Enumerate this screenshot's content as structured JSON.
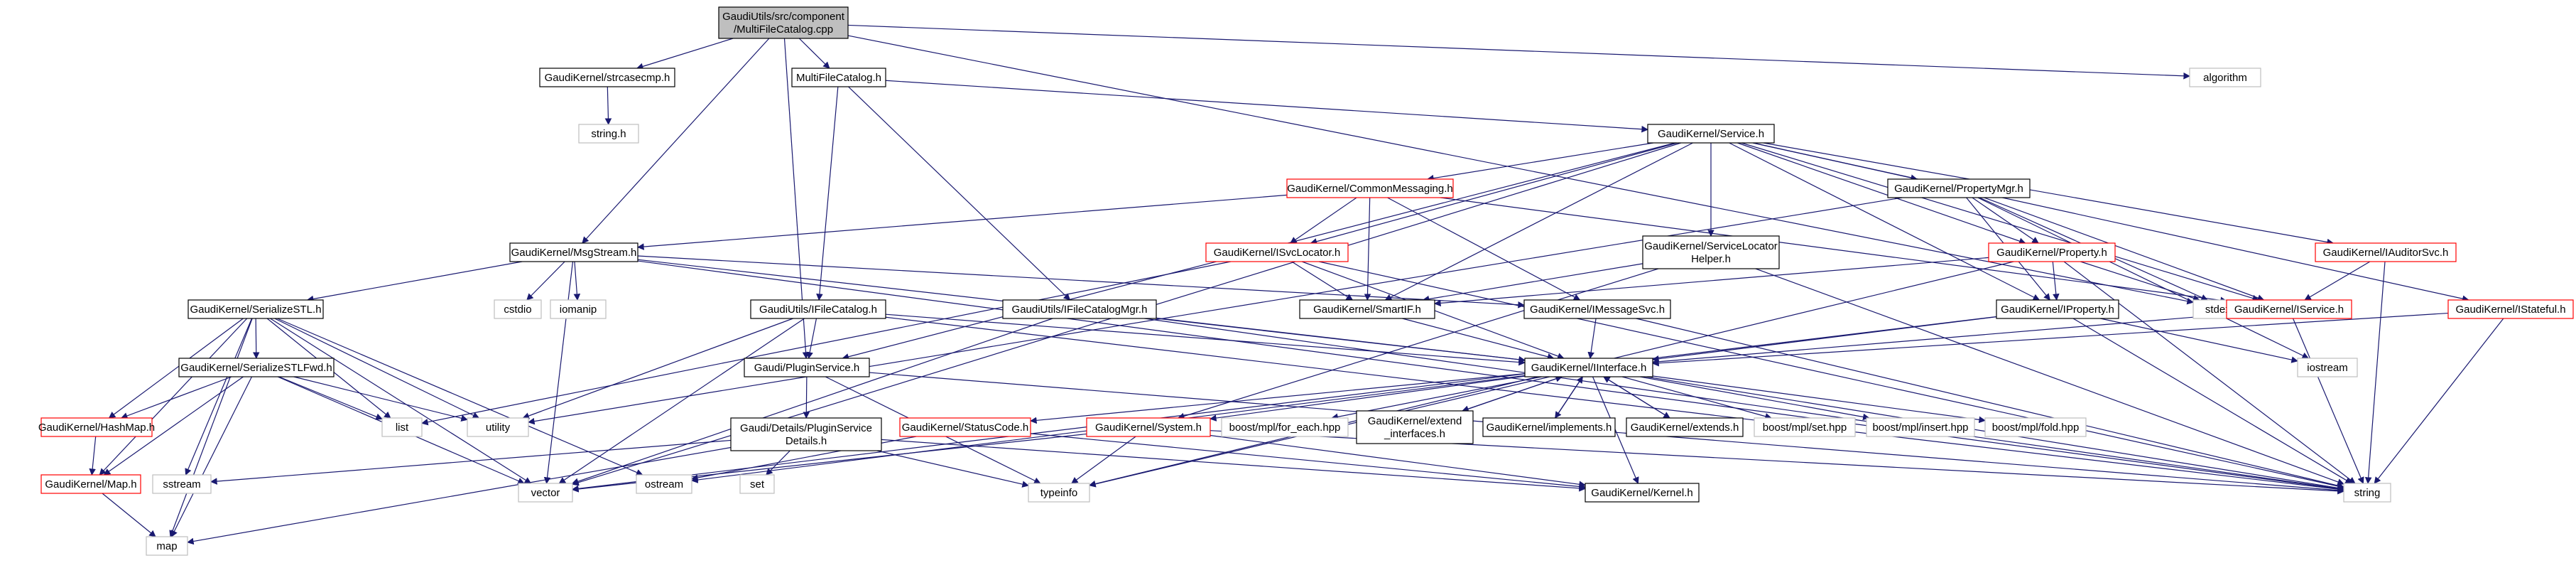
{
  "diagram": {
    "nodes": [
      {
        "id": "root",
        "lines": [
          "GaudiUtils/src/component",
          "/MultiFileCatalog.cpp"
        ],
        "kind": "root"
      },
      {
        "id": "strcasecmp",
        "lines": [
          "GaudiKernel/strcasecmp.h"
        ],
        "kind": "header"
      },
      {
        "id": "mfc",
        "lines": [
          "MultiFileCatalog.h"
        ],
        "kind": "header"
      },
      {
        "id": "algorithm",
        "lines": [
          "algorithm"
        ],
        "kind": "system"
      },
      {
        "id": "string_h",
        "lines": [
          "string.h"
        ],
        "kind": "system"
      },
      {
        "id": "service",
        "lines": [
          "GaudiKernel/Service.h"
        ],
        "kind": "header"
      },
      {
        "id": "commonmsg",
        "lines": [
          "GaudiKernel/CommonMessaging.h"
        ],
        "kind": "truncated"
      },
      {
        "id": "propmgr",
        "lines": [
          "GaudiKernel/PropertyMgr.h"
        ],
        "kind": "header"
      },
      {
        "id": "msgstream",
        "lines": [
          "GaudiKernel/MsgStream.h"
        ],
        "kind": "header"
      },
      {
        "id": "isvcloc",
        "lines": [
          "GaudiKernel/ISvcLocator.h"
        ],
        "kind": "truncated"
      },
      {
        "id": "svclochelper",
        "lines": [
          "GaudiKernel/ServiceLocator",
          "Helper.h"
        ],
        "kind": "header"
      },
      {
        "id": "property",
        "lines": [
          "GaudiKernel/Property.h"
        ],
        "kind": "truncated"
      },
      {
        "id": "iauditorsvc",
        "lines": [
          "GaudiKernel/IAuditorSvc.h"
        ],
        "kind": "truncated"
      },
      {
        "id": "istateful",
        "lines": [
          "GaudiKernel/IStateful.h"
        ],
        "kind": "truncated"
      },
      {
        "id": "serstl",
        "lines": [
          "GaudiKernel/SerializeSTL.h"
        ],
        "kind": "header"
      },
      {
        "id": "cstdio",
        "lines": [
          "cstdio"
        ],
        "kind": "system"
      },
      {
        "id": "iomanip",
        "lines": [
          "iomanip"
        ],
        "kind": "system"
      },
      {
        "id": "ifilecat",
        "lines": [
          "GaudiUtils/IFileCatalog.h"
        ],
        "kind": "header"
      },
      {
        "id": "ifilecatmgr",
        "lines": [
          "GaudiUtils/IFileCatalogMgr.h"
        ],
        "kind": "header"
      },
      {
        "id": "smartif",
        "lines": [
          "GaudiKernel/SmartIF.h"
        ],
        "kind": "header"
      },
      {
        "id": "imsgsvc",
        "lines": [
          "GaudiKernel/IMessageSvc.h"
        ],
        "kind": "header"
      },
      {
        "id": "iproperty",
        "lines": [
          "GaudiKernel/IProperty.h"
        ],
        "kind": "header"
      },
      {
        "id": "stdexcept",
        "lines": [
          "stdexcept"
        ],
        "kind": "system"
      },
      {
        "id": "iservice",
        "lines": [
          "GaudiKernel/IService.h"
        ],
        "kind": "truncated"
      },
      {
        "id": "serstlfwd",
        "lines": [
          "GaudiKernel/SerializeSTLFwd.h"
        ],
        "kind": "header"
      },
      {
        "id": "pluginsvc",
        "lines": [
          "Gaudi/PluginService.h"
        ],
        "kind": "header"
      },
      {
        "id": "iinterface",
        "lines": [
          "GaudiKernel/IInterface.h"
        ],
        "kind": "header"
      },
      {
        "id": "iostream",
        "lines": [
          "iostream"
        ],
        "kind": "system"
      },
      {
        "id": "hashmap",
        "lines": [
          "GaudiKernel/HashMap.h"
        ],
        "kind": "truncated"
      },
      {
        "id": "list",
        "lines": [
          "list"
        ],
        "kind": "system"
      },
      {
        "id": "utility",
        "lines": [
          "utility"
        ],
        "kind": "system"
      },
      {
        "id": "psdetails",
        "lines": [
          "Gaudi/Details/PluginService",
          "Details.h"
        ],
        "kind": "header"
      },
      {
        "id": "statuscode",
        "lines": [
          "GaudiKernel/StatusCode.h"
        ],
        "kind": "truncated"
      },
      {
        "id": "foreach",
        "lines": [
          "boost/mpl/for_each.hpp"
        ],
        "kind": "system"
      },
      {
        "id": "extendinterfaces",
        "lines": [
          "GaudiKernel/extend",
          "_interfaces.h"
        ],
        "kind": "header"
      },
      {
        "id": "implements",
        "lines": [
          "GaudiKernel/implements.h"
        ],
        "kind": "header"
      },
      {
        "id": "extends",
        "lines": [
          "GaudiKernel/extends.h"
        ],
        "kind": "header"
      },
      {
        "id": "mplset",
        "lines": [
          "boost/mpl/set.hpp"
        ],
        "kind": "system"
      },
      {
        "id": "mplinsert",
        "lines": [
          "boost/mpl/insert.hpp"
        ],
        "kind": "system"
      },
      {
        "id": "mplfold",
        "lines": [
          "boost/mpl/fold.hpp"
        ],
        "kind": "system"
      },
      {
        "id": "system",
        "lines": [
          "GaudiKernel/System.h"
        ],
        "kind": "truncated"
      },
      {
        "id": "map_h",
        "lines": [
          "GaudiKernel/Map.h"
        ],
        "kind": "truncated"
      },
      {
        "id": "sstream",
        "lines": [
          "sstream"
        ],
        "kind": "system"
      },
      {
        "id": "vector",
        "lines": [
          "vector"
        ],
        "kind": "system"
      },
      {
        "id": "ostream",
        "lines": [
          "ostream"
        ],
        "kind": "system"
      },
      {
        "id": "set",
        "lines": [
          "set"
        ],
        "kind": "system"
      },
      {
        "id": "typeinfo",
        "lines": [
          "typeinfo"
        ],
        "kind": "system"
      },
      {
        "id": "kernel",
        "lines": [
          "GaudiKernel/Kernel.h"
        ],
        "kind": "header"
      },
      {
        "id": "string",
        "lines": [
          "string"
        ],
        "kind": "system"
      },
      {
        "id": "map",
        "lines": [
          "map"
        ],
        "kind": "system"
      }
    ],
    "edges": [
      [
        "root",
        "strcasecmp"
      ],
      [
        "root",
        "mfc"
      ],
      [
        "root",
        "algorithm"
      ],
      [
        "root",
        "msgstream"
      ],
      [
        "root",
        "pluginsvc"
      ],
      [
        "root",
        "stdexcept"
      ],
      [
        "strcasecmp",
        "string_h"
      ],
      [
        "mfc",
        "service"
      ],
      [
        "mfc",
        "ifilecat"
      ],
      [
        "mfc",
        "ifilecatmgr"
      ],
      [
        "service",
        "commonmsg"
      ],
      [
        "service",
        "propmgr"
      ],
      [
        "service",
        "isvcloc"
      ],
      [
        "service",
        "svclochelper"
      ],
      [
        "service",
        "property"
      ],
      [
        "service",
        "iauditorsvc"
      ],
      [
        "service",
        "istateful"
      ],
      [
        "service",
        "smartif"
      ],
      [
        "service",
        "iservice"
      ],
      [
        "service",
        "pluginsvc"
      ],
      [
        "service",
        "vector"
      ],
      [
        "service",
        "iproperty"
      ],
      [
        "commonmsg",
        "msgstream"
      ],
      [
        "commonmsg",
        "isvcloc"
      ],
      [
        "commonmsg",
        "smartif"
      ],
      [
        "commonmsg",
        "imsgsvc"
      ],
      [
        "commonmsg",
        "iservice"
      ],
      [
        "propmgr",
        "property"
      ],
      [
        "propmgr",
        "iproperty"
      ],
      [
        "propmgr",
        "stdexcept"
      ],
      [
        "propmgr",
        "iostream"
      ],
      [
        "propmgr",
        "utility"
      ],
      [
        "propmgr",
        "iservice"
      ],
      [
        "msgstream",
        "serstl"
      ],
      [
        "msgstream",
        "cstdio"
      ],
      [
        "msgstream",
        "iomanip"
      ],
      [
        "msgstream",
        "imsgsvc"
      ],
      [
        "msgstream",
        "vector"
      ],
      [
        "msgstream",
        "iinterface"
      ],
      [
        "msgstream",
        "string"
      ],
      [
        "isvcloc",
        "smartif"
      ],
      [
        "isvcloc",
        "iinterface"
      ],
      [
        "isvcloc",
        "list"
      ],
      [
        "isvcloc",
        "string"
      ],
      [
        "svclochelper",
        "smartif"
      ],
      [
        "svclochelper",
        "system"
      ],
      [
        "svclochelper",
        "string"
      ],
      [
        "property",
        "iproperty"
      ],
      [
        "property",
        "stdexcept"
      ],
      [
        "property",
        "typeinfo"
      ],
      [
        "property",
        "smartif"
      ],
      [
        "property",
        "string"
      ],
      [
        "iauditorsvc",
        "iservice"
      ],
      [
        "iauditorsvc",
        "string"
      ],
      [
        "istateful",
        "iinterface"
      ],
      [
        "istateful",
        "string"
      ],
      [
        "serstl",
        "serstlfwd"
      ],
      [
        "serstl",
        "hashmap"
      ],
      [
        "serstl",
        "map_h"
      ],
      [
        "serstl",
        "list"
      ],
      [
        "serstl",
        "utility"
      ],
      [
        "serstl",
        "vector"
      ],
      [
        "serstl",
        "ostream"
      ],
      [
        "serstl",
        "map"
      ],
      [
        "serstl",
        "sstream"
      ],
      [
        "ifilecat",
        "pluginsvc"
      ],
      [
        "ifilecat",
        "iinterface"
      ],
      [
        "ifilecat",
        "utility"
      ],
      [
        "ifilecat",
        "vector"
      ],
      [
        "ifilecat",
        "string"
      ],
      [
        "ifilecatmgr",
        "iinterface"
      ],
      [
        "ifilecatmgr",
        "vector"
      ],
      [
        "ifilecatmgr",
        "string"
      ],
      [
        "smartif",
        "iinterface"
      ],
      [
        "imsgsvc",
        "iinterface"
      ],
      [
        "imsgsvc",
        "string"
      ],
      [
        "iproperty",
        "iinterface"
      ],
      [
        "iproperty",
        "vector"
      ],
      [
        "iproperty",
        "iostream"
      ],
      [
        "iproperty",
        "string"
      ],
      [
        "iservice",
        "iinterface"
      ],
      [
        "iservice",
        "string"
      ],
      [
        "serstlfwd",
        "hashmap"
      ],
      [
        "serstlfwd",
        "map_h"
      ],
      [
        "serstlfwd",
        "list"
      ],
      [
        "serstlfwd",
        "utility"
      ],
      [
        "serstlfwd",
        "vector"
      ],
      [
        "serstlfwd",
        "map"
      ],
      [
        "pluginsvc",
        "psdetails"
      ],
      [
        "pluginsvc",
        "typeinfo"
      ],
      [
        "pluginsvc",
        "string"
      ],
      [
        "iinterface",
        "statuscode"
      ],
      [
        "iinterface",
        "foreach"
      ],
      [
        "iinterface",
        "extendinterfaces"
      ],
      [
        "iinterface",
        "implements"
      ],
      [
        "iinterface",
        "extends"
      ],
      [
        "iinterface",
        "mplset"
      ],
      [
        "iinterface",
        "mplinsert"
      ],
      [
        "iinterface",
        "mplfold"
      ],
      [
        "iinterface",
        "system"
      ],
      [
        "iinterface",
        "kernel"
      ],
      [
        "iinterface",
        "typeinfo"
      ],
      [
        "iinterface",
        "ostream"
      ],
      [
        "iinterface",
        "string"
      ],
      [
        "extendinterfaces",
        "iinterface"
      ],
      [
        "implements",
        "iinterface"
      ],
      [
        "extends",
        "iinterface"
      ],
      [
        "hashmap",
        "map_h"
      ],
      [
        "map_h",
        "map"
      ],
      [
        "psdetails",
        "sstream"
      ],
      [
        "psdetails",
        "set"
      ],
      [
        "psdetails",
        "typeinfo"
      ],
      [
        "psdetails",
        "map"
      ],
      [
        "psdetails",
        "kernel"
      ],
      [
        "statuscode",
        "ostream"
      ],
      [
        "statuscode",
        "kernel"
      ],
      [
        "system",
        "vector"
      ],
      [
        "system",
        "string"
      ],
      [
        "system",
        "typeinfo"
      ],
      [
        "system",
        "kernel"
      ]
    ]
  },
  "colors": {
    "root_fill": "#bfbfbf",
    "header_border": "#000000",
    "truncated_border": "#ff0000",
    "system_border": "#bfbfbf",
    "edge": "#191970"
  }
}
